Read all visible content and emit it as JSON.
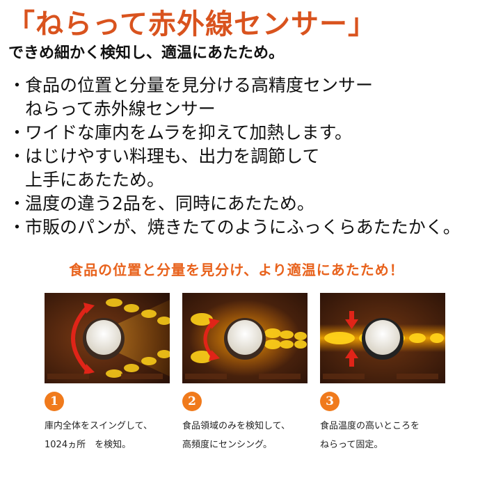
{
  "header": {
    "title": "「ねらって赤外線センサー」",
    "subtitle": "できめ細かく検知し、適温にあたため。"
  },
  "bullets": [
    {
      "marker": "・",
      "lines": [
        "食品の位置と分量を見分ける高精度センサー",
        "ねらって赤外線センサー"
      ]
    },
    {
      "marker": "・",
      "lines": [
        "ワイドな庫内をムラを抑えて加熱します。"
      ]
    },
    {
      "marker": "・",
      "lines": [
        "はじけやすい料理も、出力を調節して",
        "上手にあたため。"
      ]
    },
    {
      "marker": "・",
      "lines": [
        "温度の違う2品を、同時にあたため。"
      ]
    },
    {
      "marker": "・",
      "lines": [
        "市販のパンが、焼きたてのようにふっくらあたたかく。"
      ]
    }
  ],
  "tagline": "食品の位置と分量を見分け、より適温にあたため！",
  "steps": [
    {
      "number": "1",
      "lines": [
        "庫内全体をスイングして、",
        "1024ヵ所　を検知。"
      ]
    },
    {
      "number": "2",
      "lines": [
        "食品領域のみを検知して、",
        "高頻度にセンシング。"
      ]
    },
    {
      "number": "3",
      "lines": [
        "食品温度の高いところを",
        "ねらって固定。"
      ]
    }
  ],
  "colors": {
    "title": "#d9531e",
    "tagline": "#e8621c",
    "badge": "#f07a1c",
    "panel_bg": "#3a1a0c",
    "glow": "#ffb000",
    "arrow": "#e02418"
  }
}
